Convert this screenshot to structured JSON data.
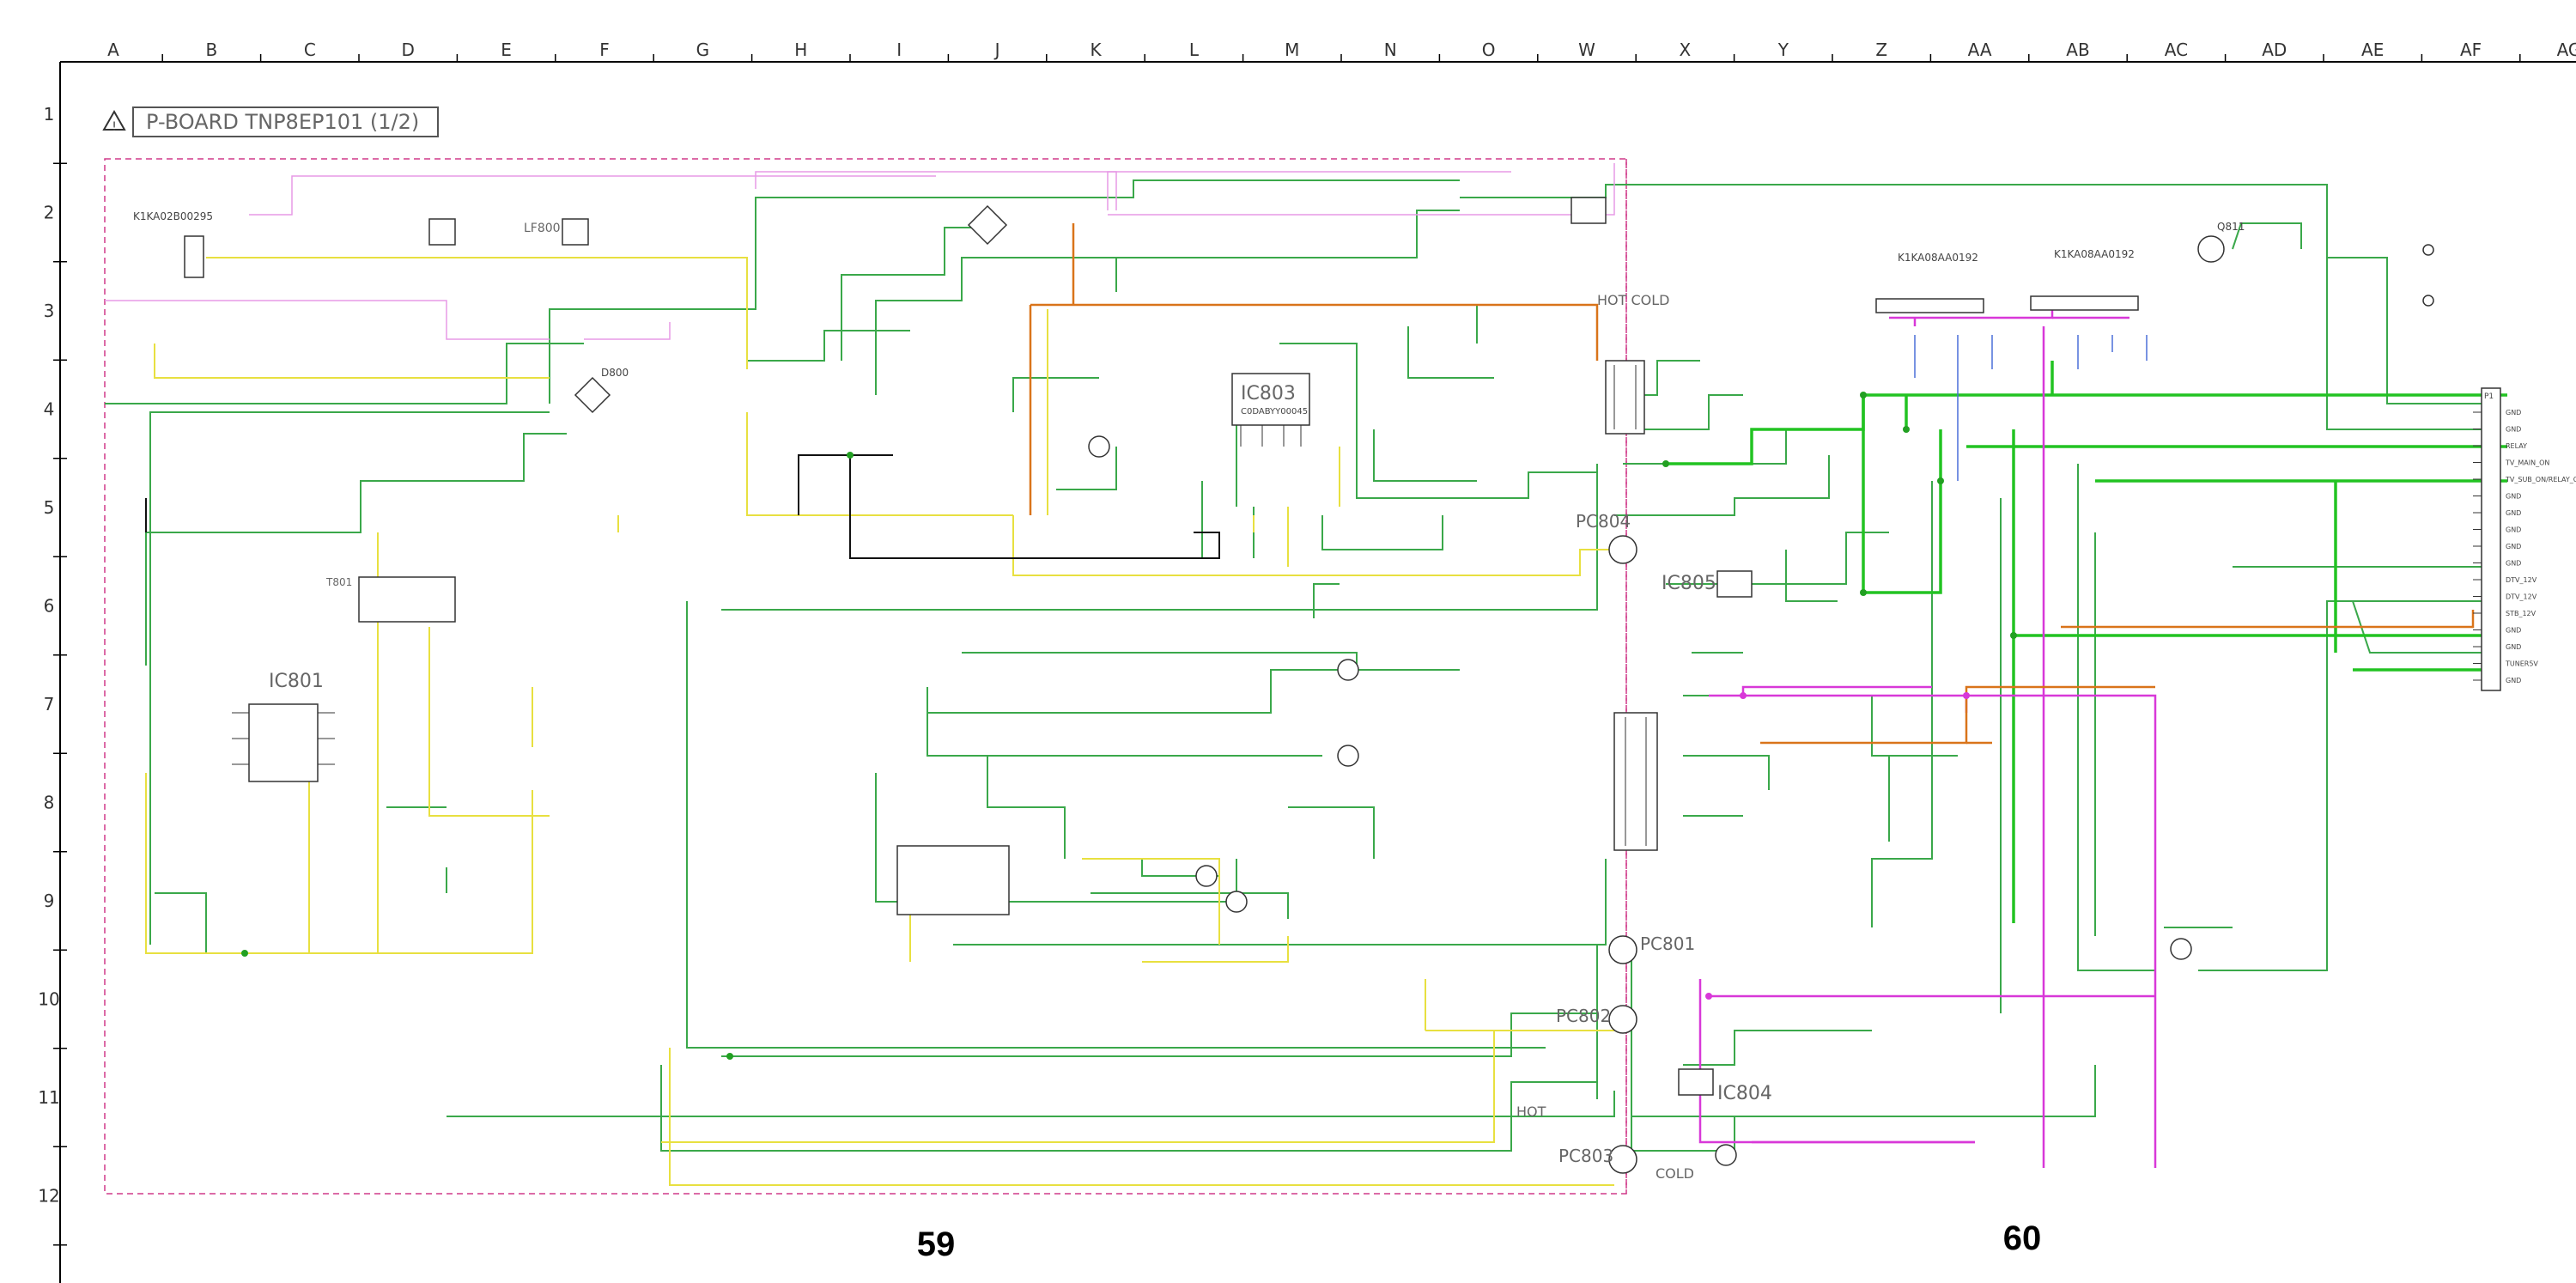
{
  "title": "P-BOARD TNP8EP101 (1/2)",
  "columns": [
    "A",
    "B",
    "C",
    "D",
    "E",
    "F",
    "G",
    "H",
    "I",
    "J",
    "K",
    "L",
    "M",
    "N",
    "O",
    "W",
    "X",
    "Y",
    "Z",
    "AA",
    "AB",
    "AC",
    "AD",
    "AE",
    "AF",
    "AG"
  ],
  "rows": [
    "1",
    "2",
    "3",
    "4",
    "5",
    "6",
    "7",
    "8",
    "9",
    "10",
    "11",
    "12"
  ],
  "pages": {
    "left": "59",
    "right": "60"
  },
  "zones": {
    "hot_cold": "HOT COLD",
    "hot": "HOT",
    "cold": "COLD"
  },
  "parts": {
    "ic801": "IC801",
    "ic803": "IC803",
    "ic803_sub": "C0DABYY00045",
    "ic804": "IC804",
    "ic805": "IC805",
    "pc801": "PC801",
    "pc802": "PC802",
    "pc803": "PC803",
    "pc804": "PC804",
    "lf800": "LF800",
    "t801": "T801",
    "d800": "D800",
    "q811": "Q811",
    "conn1": "K1KA02B00295",
    "conn2": "K1KA08AA0192",
    "conn3": "K1KA08AA0192",
    "p1": "P1"
  },
  "right_pins": [
    "GND",
    "GND",
    "RELAY",
    "TV_MAIN_ON",
    "TV_SUB_ON/RELAY_ON",
    "GND",
    "GND",
    "GND",
    "GND",
    "GND",
    "DTV_12V",
    "DTV_12V",
    "STB_12V",
    "GND",
    "GND",
    "TUNER5V",
    "GND"
  ],
  "colors": {
    "green": "#3aa84a",
    "bright_green": "#22c322",
    "yellow": "#e8e040",
    "magenta": "#d838d8",
    "orange": "#d9741a",
    "pink": "#e79ae6",
    "blue": "#4a6fd8",
    "black": "#111111",
    "frame": "#d03a8a"
  }
}
